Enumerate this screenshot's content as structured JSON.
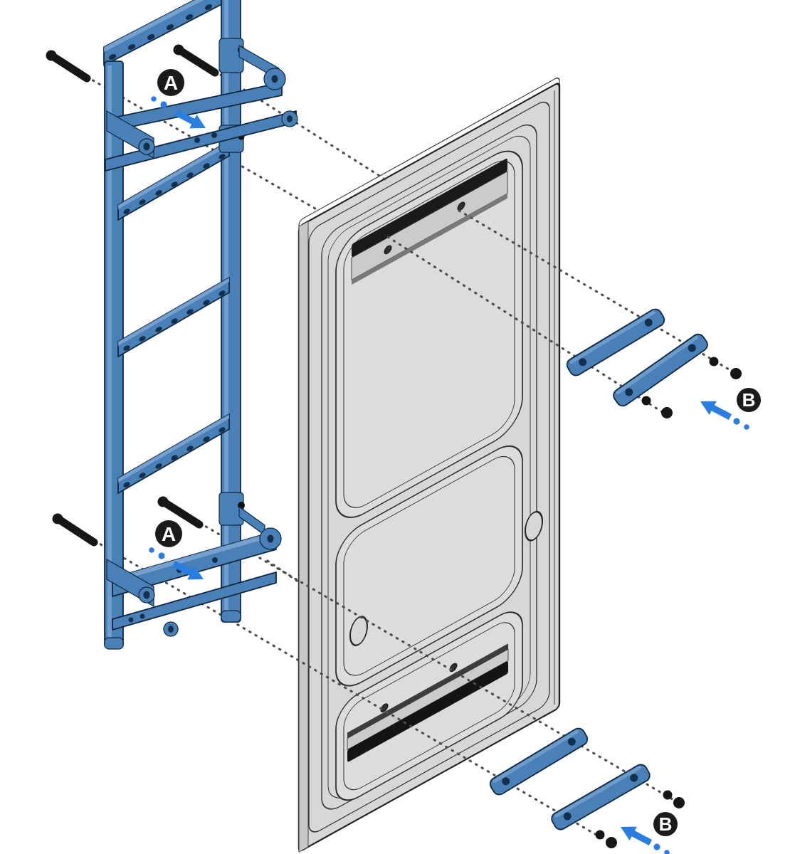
{
  "diagram": {
    "kind": "exploded-assembly-installation-diagram",
    "subject": "Rear-door ladder mounted to a van door inner panel with backing plates",
    "callouts": [
      {
        "id": "step-a-top",
        "label": "A"
      },
      {
        "id": "step-a-bottom",
        "label": "A"
      },
      {
        "id": "step-b-top",
        "label": "B"
      },
      {
        "id": "step-b-bottom",
        "label": "B"
      }
    ],
    "parts": {
      "ladder_rungs_visible": 3,
      "backing_plates": 4,
      "mounting_bolts": 4,
      "nuts_washers": 8,
      "door_mounting_rails": 2,
      "door_oval_holes": 2
    },
    "colors": {
      "background": "#ffffff",
      "ladder_blue": "#4a80b8",
      "ladder_blue_light": "#7ea9d4",
      "ladder_outline": "#10283f",
      "accent_arrow_blue": "#2a7de1",
      "door_gray": "#d5d7d9",
      "door_pocket_gray": "#dadcdd",
      "door_edge_gray": "#c6c8ca",
      "rail_black": "#1a1a1a",
      "callout_black": "#1b1b1b",
      "dash_gray": "#4d4d4d",
      "bolt_black": "#161616"
    }
  }
}
